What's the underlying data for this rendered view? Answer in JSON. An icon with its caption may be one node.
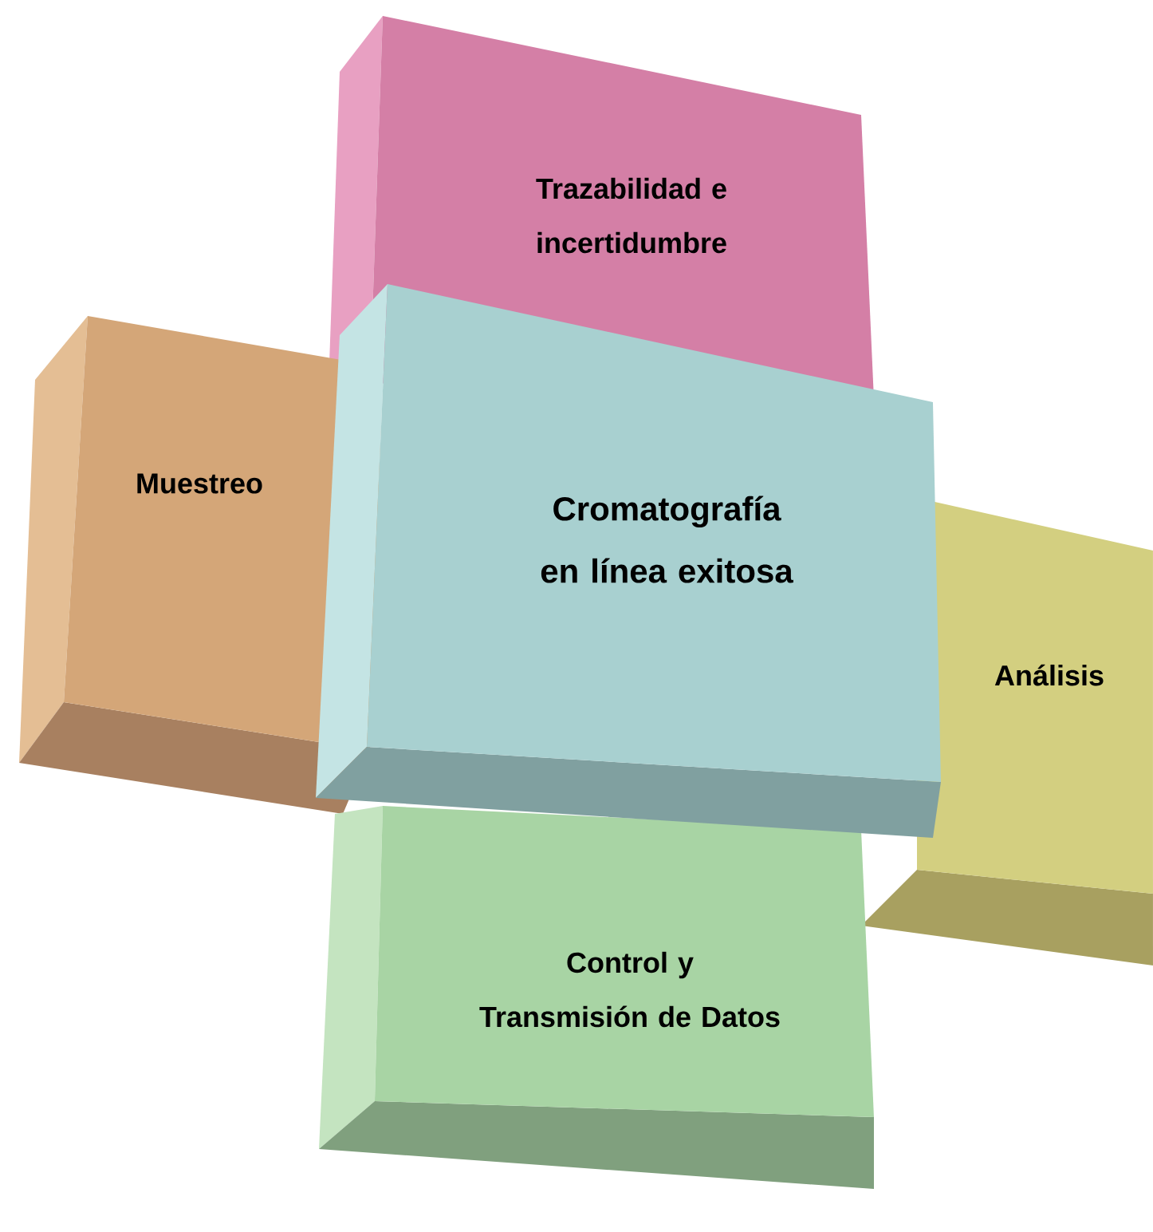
{
  "diagram": {
    "nodes": [
      {
        "text": [
          "Trazabilidad e incertidumbre"
        ]
      },
      {
        "text": [
          "Muestreo"
        ]
      },
      {
        "text": [
          "Cromatografía en línea exitosa"
        ]
      },
      {
        "text": [
          "Análisis"
        ]
      },
      {
        "text": [
          "Control y Transmisión de Datos"
        ]
      }
    ]
  }
}
